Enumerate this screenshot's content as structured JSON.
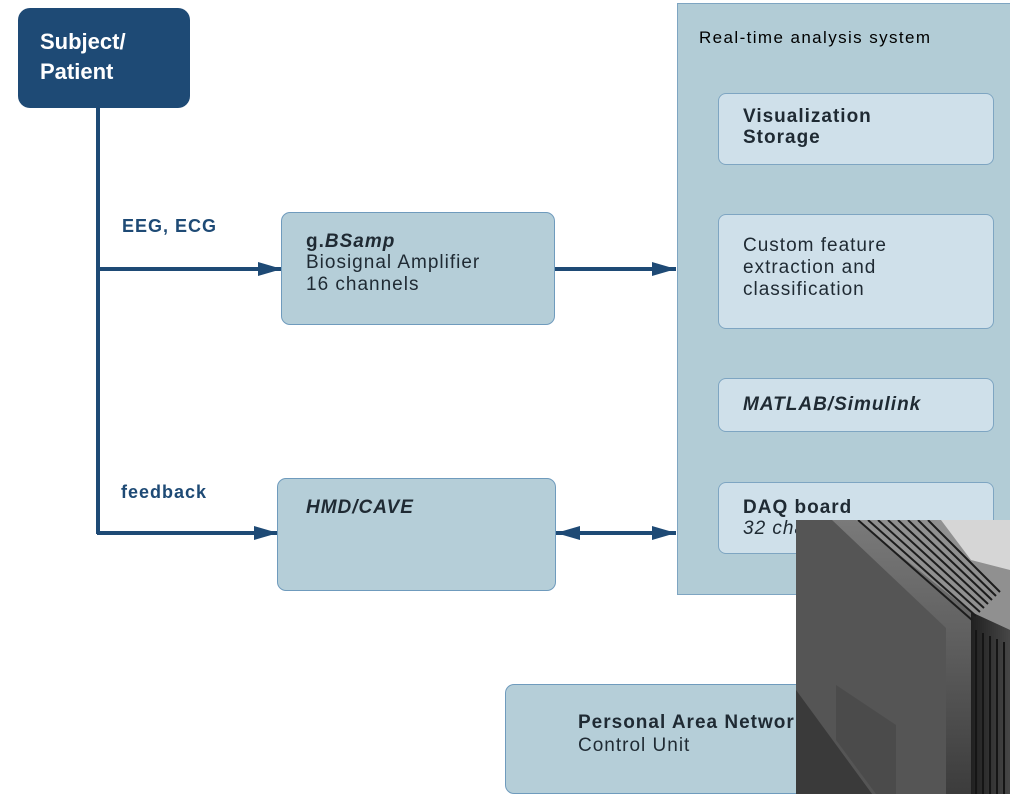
{
  "subject": {
    "line1": "Subject/",
    "line2": "Patient"
  },
  "edge_labels": {
    "eeg_ecg": "EEG, ECG",
    "feedback": "feedback"
  },
  "amplifier": {
    "name_prefix": "g.",
    "name_italic": "BSamp",
    "line2": "Biosignal Amplifier",
    "line3": "16 channels"
  },
  "hmd": {
    "label": "HMD/CAVE"
  },
  "system": {
    "title": "Real-time analysis system",
    "modules": {
      "visualization": {
        "line1": "Visualization",
        "line2": "Storage"
      },
      "feature": {
        "line1": "Custom feature",
        "line2": "extraction and",
        "line3": "classification"
      },
      "matlab": {
        "label": "MATLAB/Simulink"
      },
      "daq": {
        "line1": "DAQ board",
        "line2": "32 channels"
      }
    }
  },
  "pan": {
    "line1": "Personal Area Network",
    "line2": "Control Unit"
  },
  "colors": {
    "node_fill": "#b5ced8",
    "node_border": "#6f9bbd",
    "subject_fill": "#1e4a75",
    "connector": "#1e4a75",
    "label_text": "#1e4a75"
  }
}
